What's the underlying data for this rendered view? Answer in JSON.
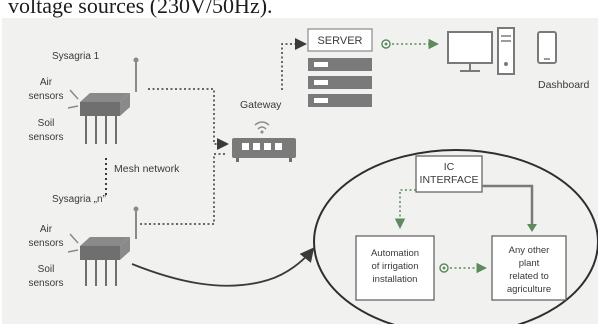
{
  "caption": "voltage sources (230V/50Hz).",
  "colors": {
    "background": "#f1f1ef",
    "device": "#8a8a8a",
    "device_dark": "#6f6f6f",
    "connector": "#a0a0a0",
    "link_green": "#5e8a5e",
    "text": "#3a3a3a"
  },
  "nodes": {
    "sysagria_1": {
      "title": "Sysagria 1",
      "air": [
        "Air",
        "sensors"
      ],
      "soil": [
        "Soil",
        "sensors"
      ]
    },
    "sysagria_n": {
      "title": "Sysagria „n”",
      "air": [
        "Air",
        "sensors"
      ],
      "soil": [
        "Soil",
        "sensors"
      ]
    },
    "mesh": "Mesh network",
    "gateway": "Gateway",
    "server": "SERVER",
    "dashboard": "Dashboard",
    "ic_interface": [
      "IC",
      "INTERFACE"
    ],
    "automation": [
      "Automation",
      "of irrigation",
      "installation"
    ],
    "other_plant": [
      "Any other",
      "plant",
      "related to",
      "agriculture"
    ]
  }
}
